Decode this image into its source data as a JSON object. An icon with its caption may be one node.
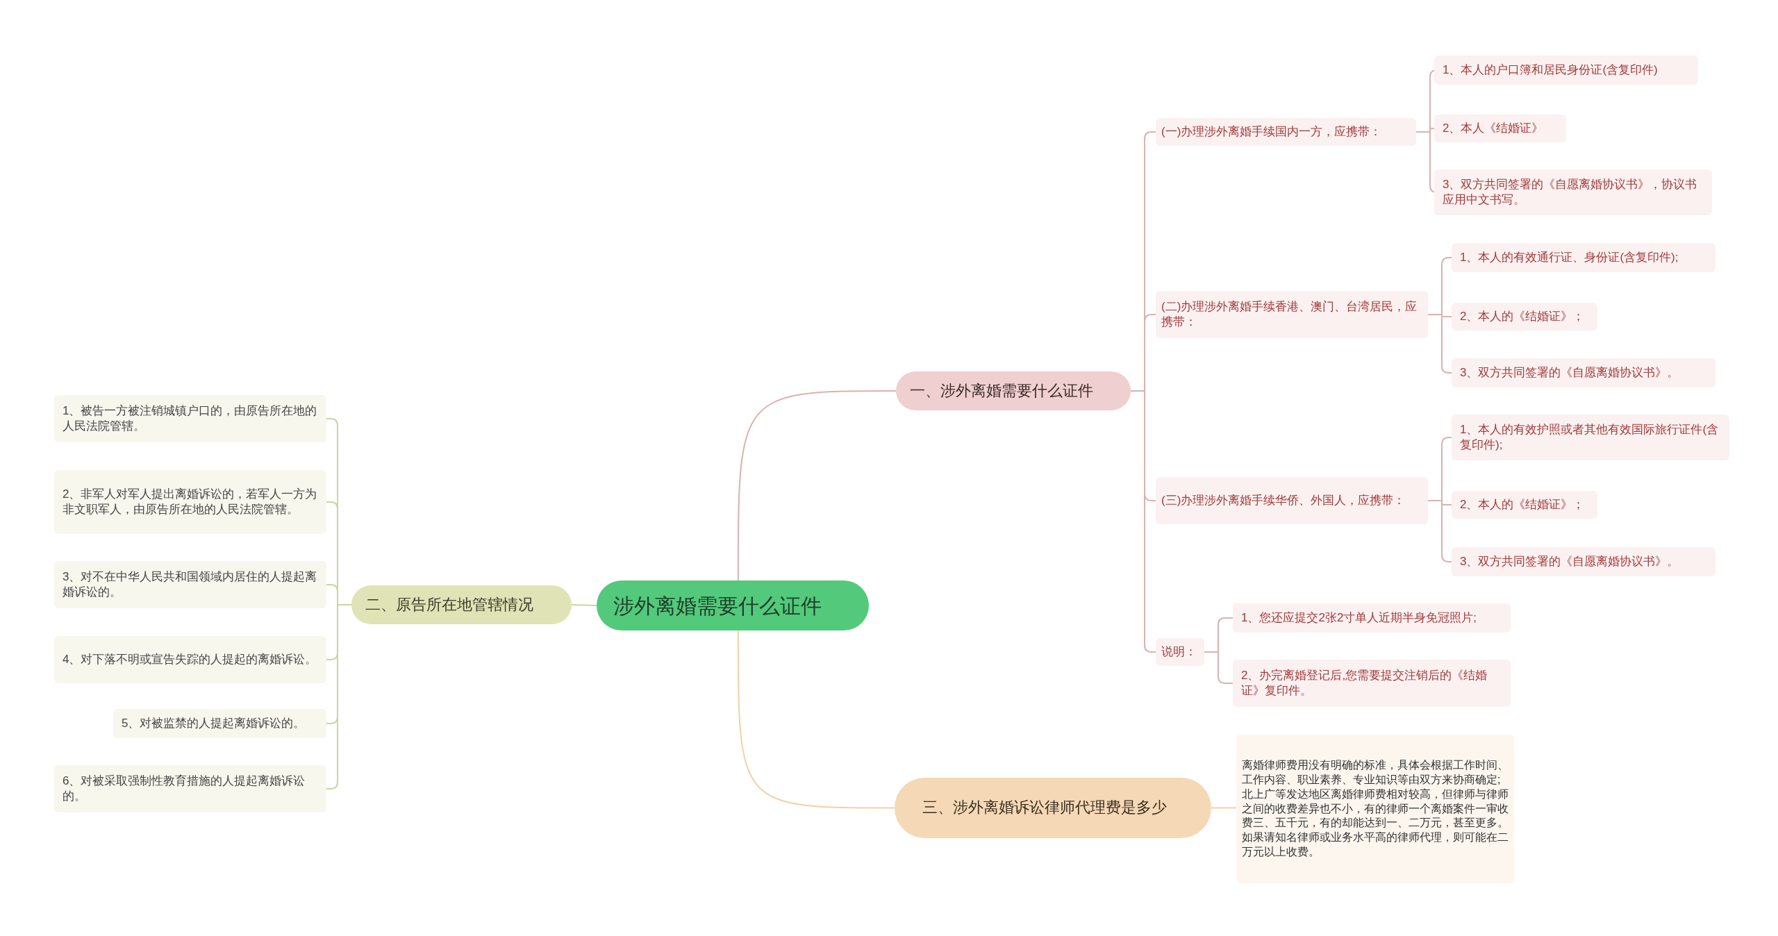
{
  "diagram": {
    "nodes": [
      {
        "text": [
          "涉外离婚需要什么证件"
        ]
      },
      {
        "text": [
          "一、涉外离婚需要什么证件"
        ]
      },
      {
        "text": [
          "(一)办理涉外离婚手续国内一方，应携带："
        ]
      },
      {
        "text": [
          "1、本人的户口簿和居民身份证(含复印件)"
        ]
      },
      {
        "text": [
          "2、本人《结婚证》"
        ]
      },
      {
        "text": [
          "3、双方共同签署的《自愿离婚协议书》，协议书应用中文书写。"
        ]
      },
      {
        "text": [
          "(二)办理涉外离婚手续香港、澳门、台湾居民，应携带："
        ]
      },
      {
        "text": [
          "1、本人的有效通行证、身份证(含复印件);"
        ]
      },
      {
        "text": [
          "2、本人的《结婚证》；"
        ]
      },
      {
        "text": [
          "3、双方共同签署的《自愿离婚协议书》。"
        ]
      },
      {
        "text": [
          "(三)办理涉外离婚手续华侨、外国人，应携带："
        ]
      },
      {
        "text": [
          "1、本人的有效护照或者其他有效国际旅行证件(含复印件);"
        ]
      },
      {
        "text": [
          "2、本人的《结婚证》；"
        ]
      },
      {
        "text": [
          "3、双方共同签署的《自愿离婚协议书》。"
        ]
      },
      {
        "text": [
          "说明："
        ]
      },
      {
        "text": [
          "1、您还应提交2张2寸单人近期半身免冠照片;"
        ]
      },
      {
        "text": [
          "2、办完离婚登记后,您需要提交注销后的《结婚证》复印件。"
        ]
      },
      {
        "text": [
          "二、原告所在地管辖情况"
        ]
      },
      {
        "text": [
          "1、被告一方被注销城镇户口的，由原告所在地的人民法院管辖。"
        ]
      },
      {
        "text": [
          "2、非军人对军人提出离婚诉讼的，若军人一方为非文职军人，由原告所在地的人民法院管辖。"
        ]
      },
      {
        "text": [
          "3、对不在中华人民共和国领域内居住的人提起离婚诉讼的。"
        ]
      },
      {
        "text": [
          "4、对下落不明或宣告失踪的人提起的离婚诉讼。"
        ]
      },
      {
        "text": [
          "5、对被监禁的人提起离婚诉讼的。"
        ]
      },
      {
        "text": [
          "6、对被采取强制性教育措施的人提起离婚诉讼的。"
        ]
      },
      {
        "text": [
          "三、涉外离婚诉讼律师代理费是多少"
        ]
      },
      {
        "text": [
          "离婚律师费用没有明确的标准，具体会根据工作时间、工作内容、职业素养、专业知识等由双方来协商确定;北上广等发达地区离婚律师费相对较高，但律师与律师之间的收费差异也不小，有的律师一个离婚案件一审收费三、五千元，有的却能达到一、二万元，甚至更多。如果请知名律师或业务水平高的律师代理，则可能在二万元以上收费。"
        ]
      }
    ],
    "edges": [
      {
        "from": 0,
        "to": 1,
        "arrow": "none"
      },
      {
        "from": 1,
        "to": 2,
        "arrow": "none"
      },
      {
        "from": 1,
        "to": 6,
        "arrow": "none"
      },
      {
        "from": 1,
        "to": 10,
        "arrow": "none"
      },
      {
        "from": 1,
        "to": 14,
        "arrow": "none"
      },
      {
        "from": 2,
        "to": 3,
        "arrow": "none"
      },
      {
        "from": 2,
        "to": 4,
        "arrow": "none"
      },
      {
        "from": 2,
        "to": 5,
        "arrow": "none"
      },
      {
        "from": 6,
        "to": 7,
        "arrow": "none"
      },
      {
        "from": 6,
        "to": 8,
        "arrow": "none"
      },
      {
        "from": 6,
        "to": 9,
        "arrow": "none"
      },
      {
        "from": 10,
        "to": 11,
        "arrow": "none"
      },
      {
        "from": 10,
        "to": 12,
        "arrow": "none"
      },
      {
        "from": 10,
        "to": 13,
        "arrow": "none"
      },
      {
        "from": 14,
        "to": 15,
        "arrow": "none"
      },
      {
        "from": 14,
        "to": 16,
        "arrow": "none"
      },
      {
        "from": 0,
        "to": 17,
        "arrow": "none",
        "color": "#c9d59e"
      },
      {
        "from": 17,
        "to": 18,
        "arrow": "none",
        "color": "#c9d59e"
      },
      {
        "from": 17,
        "to": 19,
        "arrow": "none",
        "color": "#c9d59e"
      },
      {
        "from": 17,
        "to": 20,
        "arrow": "none",
        "color": "#c9d59e"
      },
      {
        "from": 17,
        "to": 21,
        "arrow": "none",
        "color": "#c9d59e"
      },
      {
        "from": 17,
        "to": 22,
        "arrow": "none",
        "color": "#c9d59e"
      },
      {
        "from": 17,
        "to": 23,
        "arrow": "none",
        "color": "#c9d59e"
      },
      {
        "from": 0,
        "to": 24,
        "arrow": "none",
        "color": "#f2d0a8"
      },
      {
        "from": 24,
        "to": 25,
        "arrow": "none",
        "color": "#f2d0a8"
      }
    ]
  }
}
